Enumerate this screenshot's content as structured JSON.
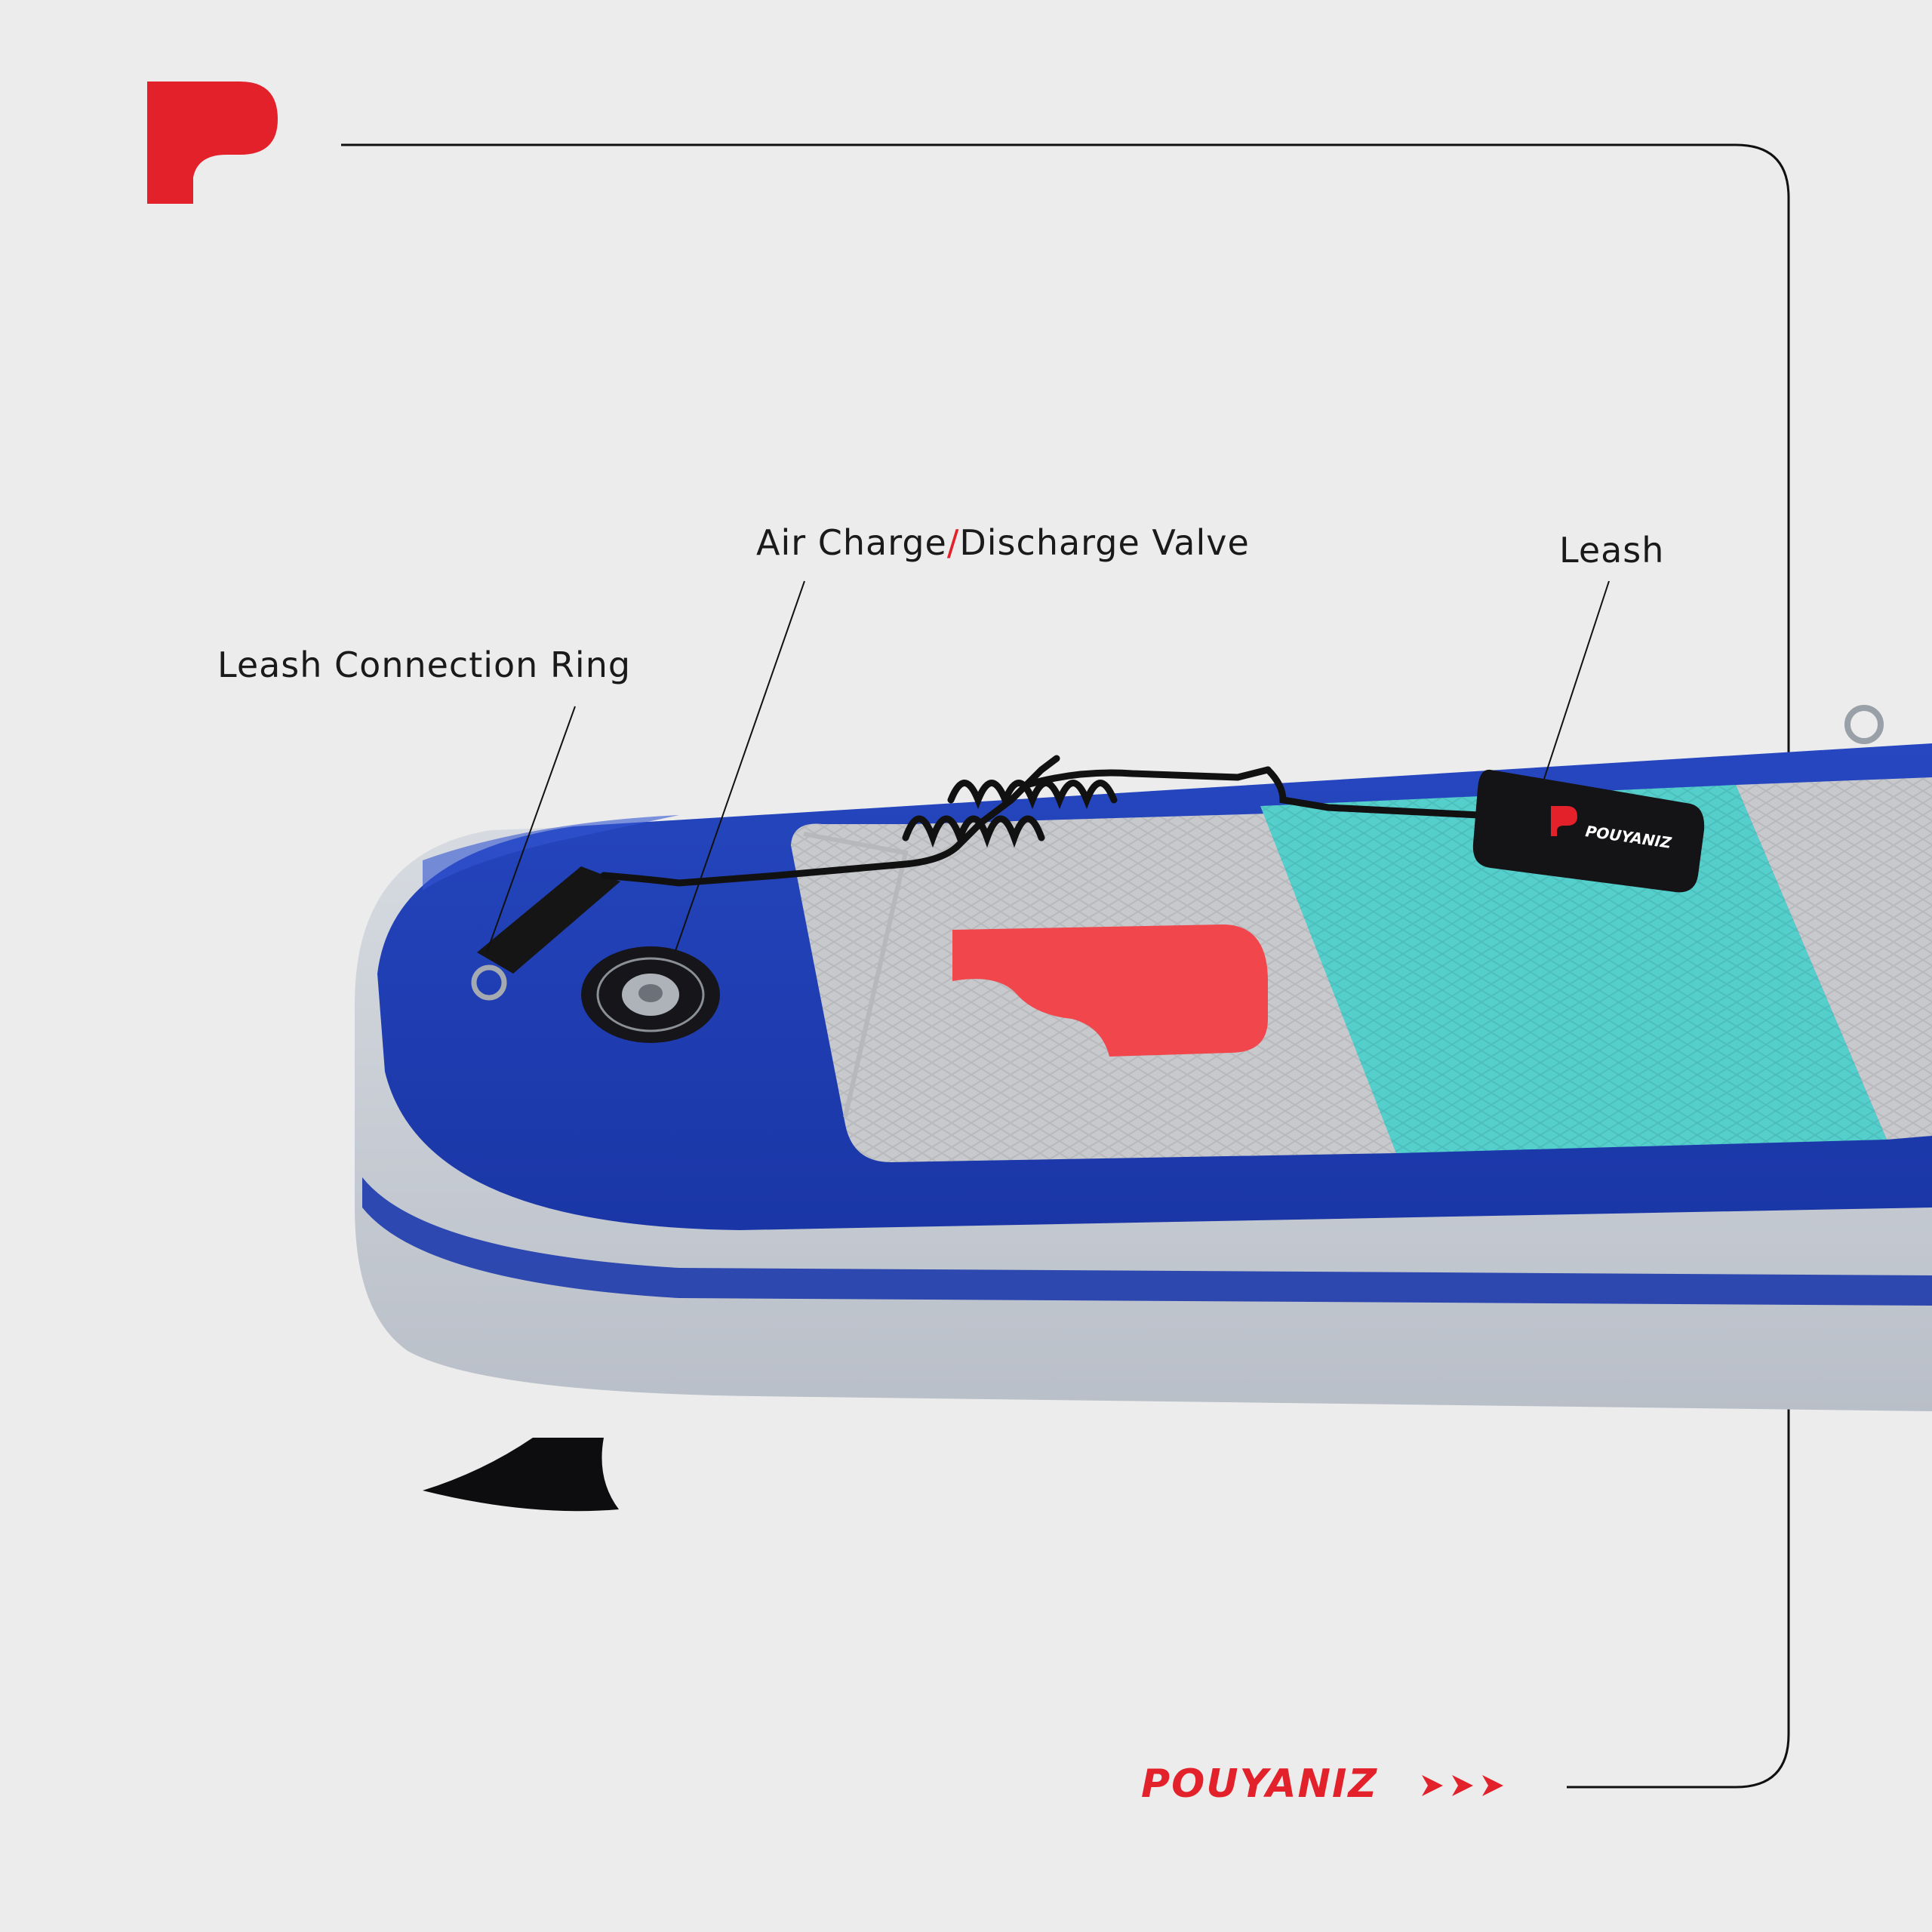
{
  "callouts": {
    "leash_ring": "Leash Connection Ring",
    "valve_part1": "Air Charge",
    "valve_slash": "/",
    "valve_part2": "Discharge Valve",
    "leash": "Leash"
  },
  "brand": {
    "wordmark": "POUYANIZ",
    "leash_cuff_text": "POUYANIZ",
    "arrows_icon": "triple-chevron-right-icon",
    "logo_icon": "pouyaniz-p-logo-icon"
  },
  "colors": {
    "brand_red": "#e3212b",
    "board_blue": "#1f3fb0",
    "rail_grey": "#c9ced6",
    "pad_grey": "#c7c9cc",
    "pad_teal": "#54cfcc",
    "background": "#ececec",
    "line": "#111111"
  }
}
